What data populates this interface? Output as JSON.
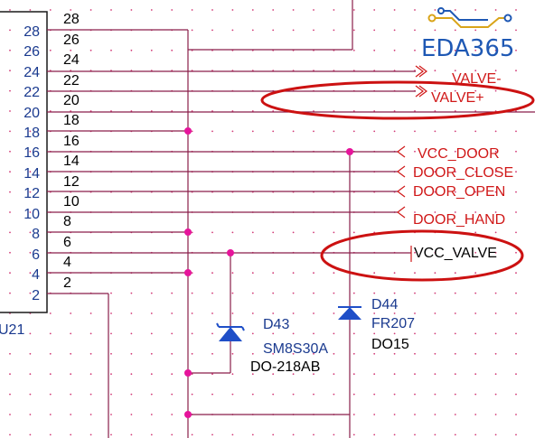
{
  "connector": {
    "refdes": "U21",
    "left_pins": [
      "28",
      "26",
      "24",
      "22",
      "20",
      "18",
      "16",
      "14",
      "12",
      "10",
      "8",
      "6",
      "4",
      "2"
    ],
    "right_pins": [
      "28",
      "26",
      "24",
      "22",
      "20",
      "18",
      "16",
      "14",
      "12",
      "10",
      "8",
      "6",
      "4",
      "2"
    ]
  },
  "net_labels": {
    "valve_minus": "VALVE-",
    "valve_plus": "VALVE+",
    "vcc_door": "VCC_DOOR",
    "door_close": "DOOR_CLOSE",
    "door_open": "DOOR_OPEN",
    "door_hand": "DOOR_HAND",
    "vcc_valve": "VCC_VALVE"
  },
  "diodes": {
    "d43": {
      "ref": "D43",
      "part": "SM8S30A",
      "package": "DO-218AB"
    },
    "d44": {
      "ref": "D44",
      "part": "FR207",
      "package": "DO15"
    }
  },
  "logo": {
    "text": "EDA365"
  },
  "colors": {
    "wire": "#8a1f4a",
    "grid": "#d23c78",
    "junction": "#e6149b",
    "highlight": "#cc1111",
    "diode": "#1f4fc8",
    "pin_left": "#1a3a8f",
    "pin_right": "#000000",
    "logo_blue": "#1e58b4",
    "logo_gold": "#d9a419"
  }
}
